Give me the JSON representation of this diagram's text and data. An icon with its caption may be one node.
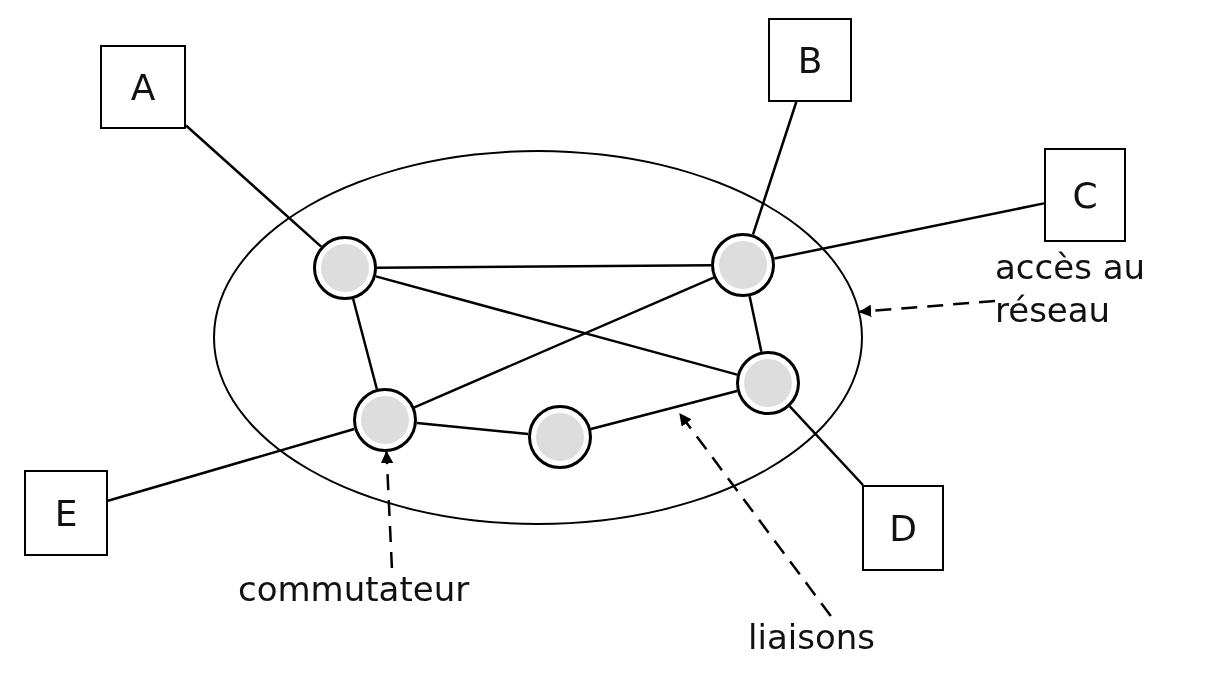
{
  "diagram": {
    "nodes": [
      {
        "text": [
          "A"
        ]
      },
      {
        "text": [
          "B"
        ]
      },
      {
        "text": [
          "C"
        ]
      },
      {
        "text": [],
        "shape": "ellipse"
      },
      {
        "text": [],
        "shape": "circle",
        "in": 3
      },
      {
        "text": [],
        "shape": "circle",
        "in": 3
      },
      {
        "text": [],
        "shape": "circle",
        "in": 3
      },
      {
        "text": [],
        "shape": "circle",
        "in": 3
      },
      {
        "text": [],
        "shape": "circle",
        "in": 3
      },
      {
        "text": [
          "accès au réseau"
        ]
      },
      {
        "text": [
          "E"
        ]
      },
      {
        "text": [
          "D"
        ]
      },
      {
        "text": [
          "commutateur"
        ]
      },
      {
        "text": [
          "liaisons"
        ]
      }
    ],
    "edges": [
      {
        "from": 0,
        "to": 4,
        "arrow": "none"
      },
      {
        "from": 1,
        "to": 5,
        "arrow": "none"
      },
      {
        "from": 2,
        "to": 5,
        "arrow": "none"
      },
      {
        "from": 11,
        "to": 6,
        "arrow": "none"
      },
      {
        "from": 10,
        "to": 7,
        "arrow": "none"
      },
      {
        "from": 4,
        "to": 5,
        "arrow": "none"
      },
      {
        "from": 4,
        "to": 6,
        "arrow": "none"
      },
      {
        "from": 4,
        "to": 7,
        "arrow": "none"
      },
      {
        "from": 5,
        "to": 6,
        "arrow": "none"
      },
      {
        "from": 5,
        "to": 7,
        "arrow": "none"
      },
      {
        "from": 7,
        "to": 8,
        "arrow": "none"
      },
      {
        "from": 8,
        "to": 6,
        "arrow": "none"
      },
      {
        "from": 9,
        "to": 3,
        "arrow": "to",
        "style": "dashed"
      },
      {
        "from": 12,
        "to": 7,
        "arrow": "to",
        "style": "dashed"
      },
      {
        "from": 13,
        "to": null,
        "arrow": "to",
        "style": "dashed"
      }
    ]
  }
}
